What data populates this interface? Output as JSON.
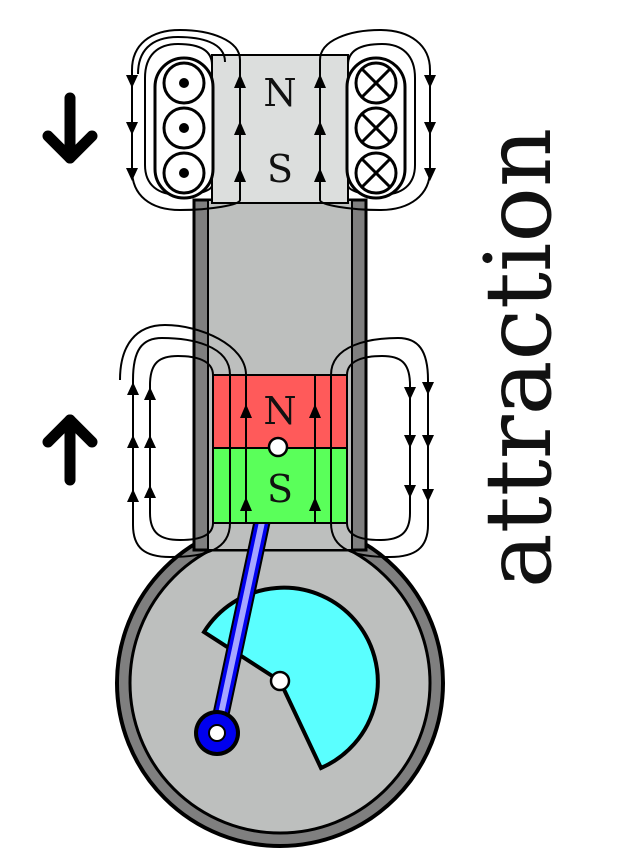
{
  "caption": "attraction",
  "electromagnet": {
    "top_pole": "N",
    "bottom_pole": "S",
    "coil_left": "current-out-of-page-symbols",
    "coil_right": "current-into-page-symbols",
    "motion_arrow": "arrow-down-icon"
  },
  "piston_magnet": {
    "top_pole": "N",
    "bottom_pole": "S",
    "motion_arrow": "arrow-up-icon"
  },
  "colors": {
    "electromagnet_core": "#dcdedd",
    "cylinder_fill": "#bdbfbe",
    "cylinder_wall": "#7f7f7f",
    "north_pole": "#ff5a5a",
    "south_pole": "#5aff5a",
    "crank_disc": "#5affff",
    "connecting_rod": "#a6a6ff",
    "crank_pin": "#0000ee",
    "outline": "#000000"
  }
}
